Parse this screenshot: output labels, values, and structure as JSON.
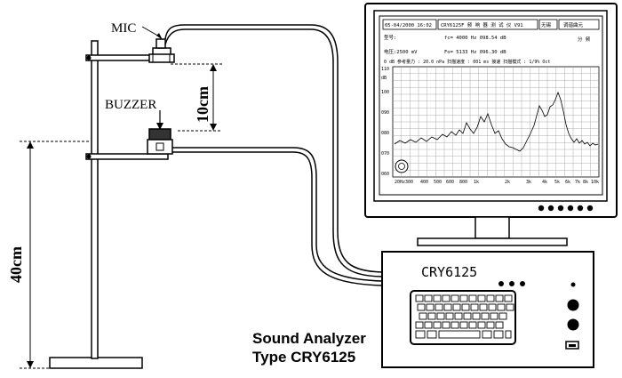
{
  "labels": {
    "mic": "MIC",
    "buzzer": "BUZZER",
    "dist_mic_buzzer": "10cm",
    "dist_buzzer_floor": "40cm",
    "analyzer_model": "CRY6125",
    "caption_line1": "Sound Analyzer",
    "caption_line2": "Type CRY6125"
  },
  "screen": {
    "header_cells": [
      "05-04/2000 16:02",
      "CRY6125F 频 响 器 测 试 仪 V91",
      "无锡",
      "调谐曲元"
    ],
    "row1_left": "型号:",
    "row1_mid": "fc= 4000 Hz  098.54 dB",
    "row1_right": "分 频",
    "row2_left": "电压:2500 mV",
    "row2_mid": "Fo= 5133 Hz  096.30 dB",
    "row3": "0 dB 参考量力 : 20.0 nPa      扫描速度 : 001 ms 接速   扫描模式 : 1/9% Oct",
    "y_ticks": [
      "110",
      "dB",
      "100",
      "090",
      "080",
      "070",
      "060"
    ],
    "x_ticks": [
      "20Hz",
      "300",
      "400",
      "500",
      "600",
      "800",
      "1k",
      "2k",
      "3k",
      "4k",
      "5k",
      "6k",
      "7k",
      "8k",
      "10k"
    ]
  },
  "monitor_buttons_count": 6,
  "colors": {
    "ink": "#000000",
    "paper": "#ffffff",
    "screen_grid": "#9a9a9a",
    "dark_fill": "#333333"
  }
}
